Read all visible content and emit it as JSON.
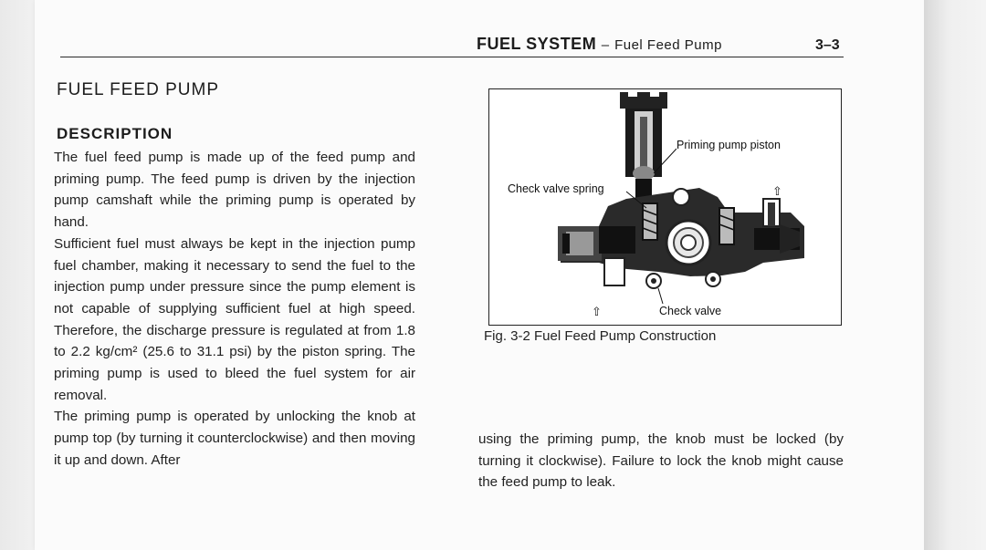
{
  "header": {
    "section": "FUEL SYSTEM",
    "separator": "–",
    "subsection": "Fuel Feed Pump",
    "page_number": "3–3"
  },
  "section_title": "FUEL FEED PUMP",
  "description_heading": "DESCRIPTION",
  "paragraphs": [
    "The fuel feed pump is made up of the feed pump and priming pump. The feed pump is driven by the injection pump camshaft while the priming pump is operated by hand.",
    "Sufficient fuel must always be kept in the injection pump fuel chamber, making it necessary to send the fuel to the injection pump under pressure since the pump element is not capable of supplying sufficient fuel at high speed. Therefore, the discharge pressure is regulated at from 1.8 to 2.2 kg/cm² (25.6 to 31.1 psi) by the piston spring. The priming pump is used to bleed the fuel system for air removal.",
    "The priming pump is operated by unlocking the knob at pump top (by turning it counterclockwise) and then moving it up and down. After"
  ],
  "continued_text": "using the priming pump, the knob must be locked (by turning it clockwise). Failure to lock the knob might cause the feed pump to leak.",
  "figure": {
    "labels": {
      "priming_pump_piston": "Priming pump piston",
      "check_valve_spring": "Check valve spring",
      "check_valve": "Check valve"
    },
    "arrow_glyph": "⇧",
    "caption": "Fig. 3-2  Fuel Feed Pump Construction"
  }
}
